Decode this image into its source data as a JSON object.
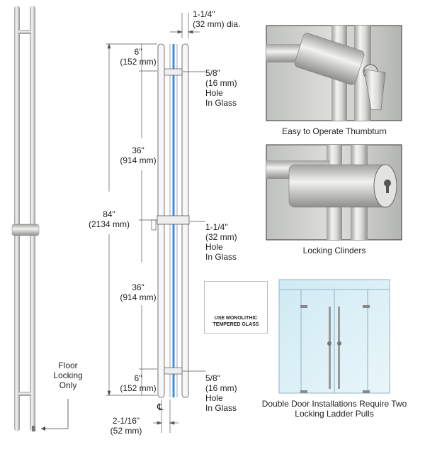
{
  "dims": {
    "top_dia": "1-1/4\"",
    "top_dia_mm": "(32 mm) dia.",
    "overhang_in": "6\"",
    "overhang_mm": "(152 mm)",
    "section_upper_in": "36\"",
    "section_upper_mm": "(914 mm)",
    "total_in": "84\"",
    "total_mm": "(2134 mm)",
    "section_lower_in": "36\"",
    "section_lower_mm": "(914 mm)",
    "bottom_overhang_in": "6\"",
    "bottom_overhang_mm": "(152 mm)",
    "hole_top": [
      "5/8\"",
      "(16 mm)",
      "Hole",
      "In Glass"
    ],
    "hole_mid": [
      "1-1/4\"",
      "(32 mm)",
      "Hole",
      "In Glass"
    ],
    "hole_bottom": [
      "5/8\"",
      "(16 mm)",
      "Hole",
      "In Glass"
    ],
    "spacing_in": "2-1/16\"",
    "spacing_mm": "(52 mm)",
    "centerline": "℄"
  },
  "floor_lock": [
    "Floor",
    "Locking",
    "Only"
  ],
  "captions": {
    "thumbturn": "Easy to Operate Thumbturn",
    "cylinders": "Locking Clinders",
    "double_door": [
      "Double Door Installations Require Two",
      "Locking Ladder Pulls"
    ]
  },
  "badge": {
    "line1": "USE MONOLITHIC",
    "line2": "TEMPERED GLASS"
  },
  "colors": {
    "glass": "#3a8fe0",
    "steel": "#c9cbc8",
    "glass_panel": "#d8eef6"
  }
}
